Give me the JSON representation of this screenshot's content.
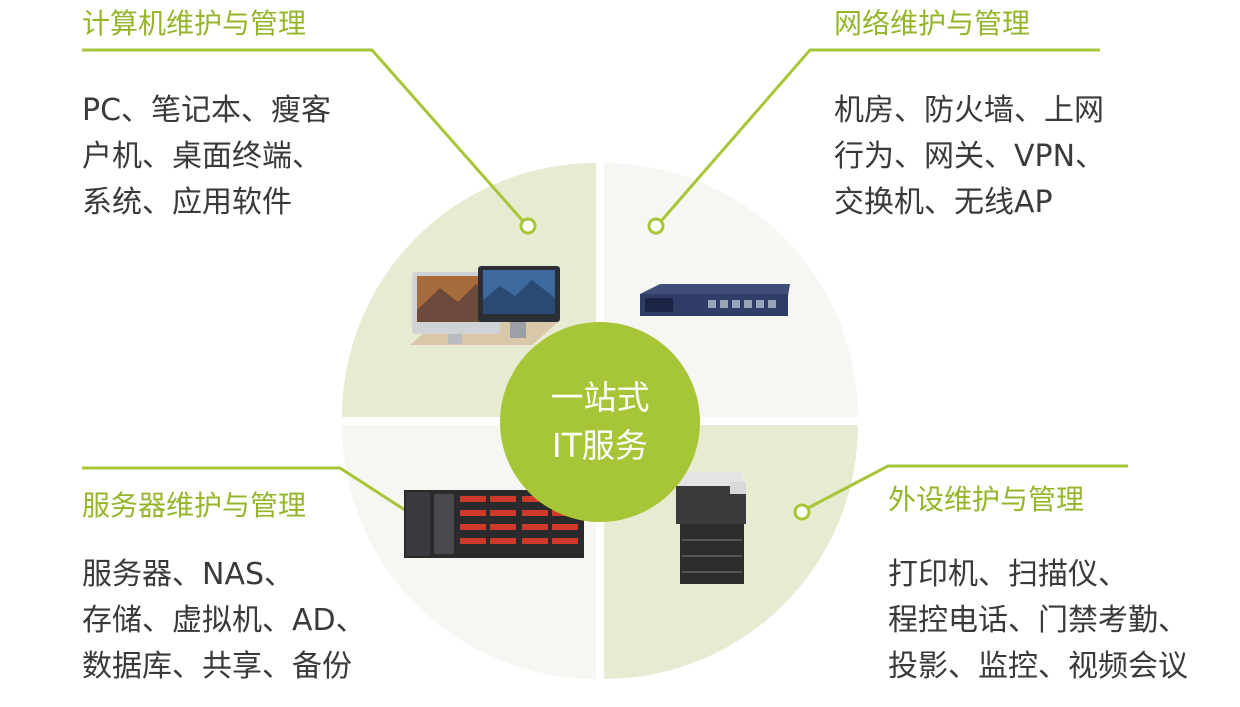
{
  "colors": {
    "accent": "#a7c637",
    "title_text": "#95b52a",
    "body_text": "#3a3a3a",
    "sector_light": "#e7ebd2",
    "sector_pale": "#f6f6f2",
    "center_text": "#ffffff"
  },
  "center": {
    "line1": "一站式",
    "line2": "IT服务"
  },
  "sections": {
    "computer": {
      "title": "计算机维护与管理",
      "lines": [
        "PC、笔记本、瘦客",
        "户机、桌面终端、",
        "系统、应用软件"
      ],
      "image_icon": "desktop-computers-icon"
    },
    "network": {
      "title": "网络维护与管理",
      "lines": [
        "机房、防火墙、上网",
        "行为、网关、VPN、",
        "交换机、无线AP"
      ],
      "image_icon": "network-appliance-icon"
    },
    "server": {
      "title": "服务器维护与管理",
      "lines": [
        "服务器、NAS、",
        "存储、虚拟机、AD、",
        "数据库、共享、备份"
      ],
      "image_icon": "rack-server-icon"
    },
    "peripheral": {
      "title": "外设维护与管理",
      "lines": [
        "打印机、扫描仪、",
        "程控电话、门禁考勤、",
        "投影、监控、视频会议"
      ],
      "image_icon": "copier-printer-icon"
    }
  }
}
